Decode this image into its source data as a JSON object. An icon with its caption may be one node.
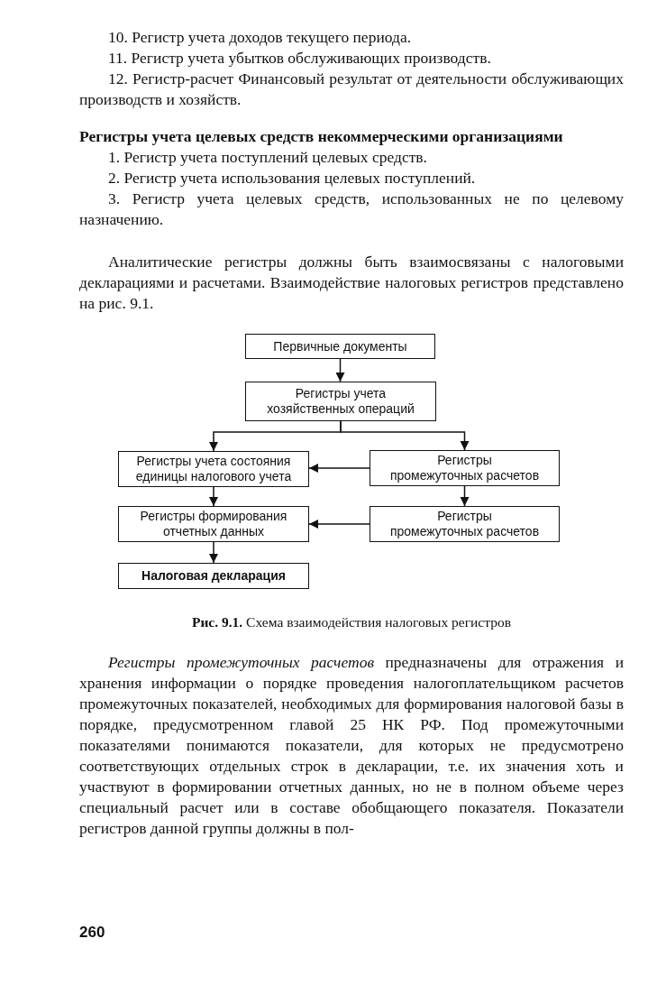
{
  "diagram": {
    "caption": "**Рис. 9.1.** Схема взаимодействия налоговых регистров",
    "nodes": [
      {
        "text": [
          "Первичные документы"
        ]
      },
      {
        "text": [
          "Регистры учета хозяйственных операций"
        ]
      },
      {
        "text": [
          "Регистры учета состояния единицы налогового учета"
        ]
      },
      {
        "text": [
          "Регистры промежуточных расчетов"
        ]
      },
      {
        "text": [
          "Регистры формирования отчетных данных"
        ]
      },
      {
        "text": [
          "Регистры промежуточных расчетов"
        ]
      },
      {
        "text": [
          "Налоговая декларация"
        ]
      }
    ],
    "edges": [
      {
        "from": 0,
        "to": 1,
        "arrow": "to"
      },
      {
        "from": 1,
        "to": 2,
        "arrow": "to"
      },
      {
        "from": 1,
        "to": 3,
        "arrow": "to"
      },
      {
        "from": 3,
        "to": 2,
        "arrow": "to"
      },
      {
        "from": 2,
        "to": 4,
        "arrow": "to"
      },
      {
        "from": 3,
        "to": 5,
        "arrow": "to"
      },
      {
        "from": 5,
        "to": 4,
        "arrow": "to"
      },
      {
        "from": 4,
        "to": 6,
        "arrow": "to"
      }
    ],
    "labels": [
      "10. Регистр учета доходов текущего периода.",
      "11. Регистр учета убытков обслуживающих производств.",
      "12. Регистр-расчет Финансовый результат от деятельности обслуживающих производств и хозяйств.",
      "Регистры учета целевых средств некоммерческими организациями",
      "1. Регистр учета поступлений целевых средств.",
      "2. Регистр учета использования целевых поступлений.",
      "3. Регистр учета целевых средств, использованных не по целевому назначению.",
      "Аналитические регистры должны быть взаимосвязаны с налоговыми декларациями и расчетами. Взаимодействие налоговых регистров представлено на рис. 9.1.",
      "*Регистры промежуточных расчетов* предназначены для отражения и хранения информации о порядке проведения налогоплательщиком расчетов промежуточных показателей, необходимых для формирования налоговой базы в порядке, предусмотренном главой 25 НК РФ. Под промежуточными показателями понимаются показатели, для которых не предусмотрено соответствующих отдельных строк в декларации, т.е. их значения хоть и участвуют в формировании отчетных данных, но не в полном объеме через специальный расчет или в составе обобщающего показателя. Показатели регистров данной группы должны в пол-",
      "260"
    ]
  }
}
